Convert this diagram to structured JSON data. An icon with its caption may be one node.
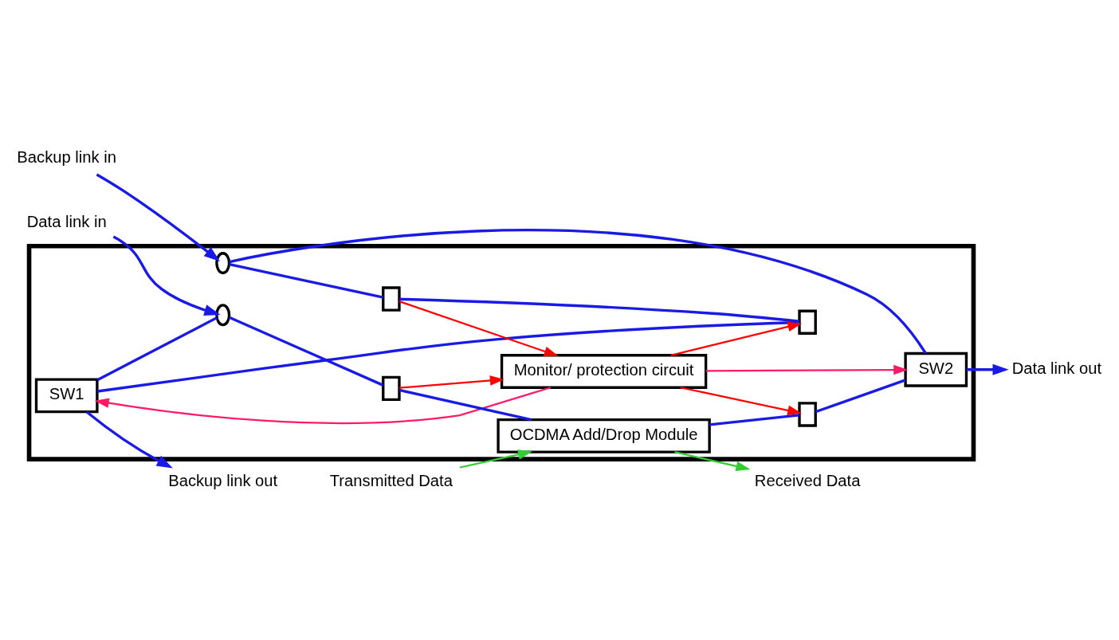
{
  "diagram": {
    "nodes": [
      {
        "text": [],
        "shape": "box"
      },
      {
        "text": [
          "Backup link out"
        ]
      },
      {
        "text": [
          "SW1"
        ],
        "in": 0
      },
      {
        "text": [],
        "shape": "box",
        "in": 0
      },
      {
        "text": [],
        "shape": "box",
        "in": 0
      },
      {
        "text": [],
        "shape": "circle",
        "in": 0
      },
      {
        "text": [
          "Backup link in"
        ]
      },
      {
        "text": [
          "Monitor/ protection circuit"
        ],
        "in": 0
      },
      {
        "text": [
          "Data link in"
        ]
      },
      {
        "text": [],
        "shape": "circle",
        "in": 0
      },
      {
        "text": [],
        "shape": "box",
        "in": 0
      },
      {
        "text": [
          "OCDMA Add/Drop Module"
        ],
        "in": 0
      },
      {
        "text": [],
        "shape": "box",
        "in": 0
      },
      {
        "text": [
          "SW2"
        ],
        "in": 0
      },
      {
        "text": [
          "Data link out"
        ]
      },
      {
        "text": [
          "Received Data"
        ]
      },
      {
        "text": [
          "Transmitted Data"
        ]
      }
    ],
    "edges": [
      {
        "from": 6,
        "to": 5,
        "arrow": "to"
      },
      {
        "from": 5,
        "to": 4,
        "arrow": "none"
      },
      {
        "from": 4,
        "to": 3,
        "arrow": "none"
      },
      {
        "from": 3,
        "to": 2,
        "arrow": "none"
      },
      {
        "from": 2,
        "to": 1,
        "arrow": "to"
      },
      {
        "from": 5,
        "to": 13,
        "arrow": "none"
      },
      {
        "from": 2,
        "to": 9,
        "arrow": "none"
      },
      {
        "from": 8,
        "to": 9,
        "arrow": "to"
      },
      {
        "from": 9,
        "to": 10,
        "arrow": "none"
      },
      {
        "from": 10,
        "to": 11,
        "arrow": "none"
      },
      {
        "from": 11,
        "to": 12,
        "arrow": "none"
      },
      {
        "from": 12,
        "to": 13,
        "arrow": "none"
      },
      {
        "from": 13,
        "to": 14,
        "arrow": "to"
      },
      {
        "from": 7,
        "to": 2,
        "arrow": "to",
        "color": "#ff1a66"
      },
      {
        "from": 7,
        "to": 3,
        "arrow": "to",
        "color": "#ff0000"
      },
      {
        "from": 4,
        "to": 7,
        "arrow": "to",
        "color": "#ff0000"
      },
      {
        "from": 10,
        "to": 7,
        "arrow": "to",
        "color": "#ff0000"
      },
      {
        "from": 7,
        "to": 12,
        "arrow": "to",
        "color": "#ff0000"
      },
      {
        "from": 7,
        "to": 13,
        "arrow": "to",
        "color": "#ff1a66"
      },
      {
        "from": 11,
        "to": 15,
        "arrow": "to",
        "color": "#33cc33"
      },
      {
        "from": 16,
        "to": 11,
        "arrow": "to",
        "color": "#33cc33"
      }
    ]
  }
}
